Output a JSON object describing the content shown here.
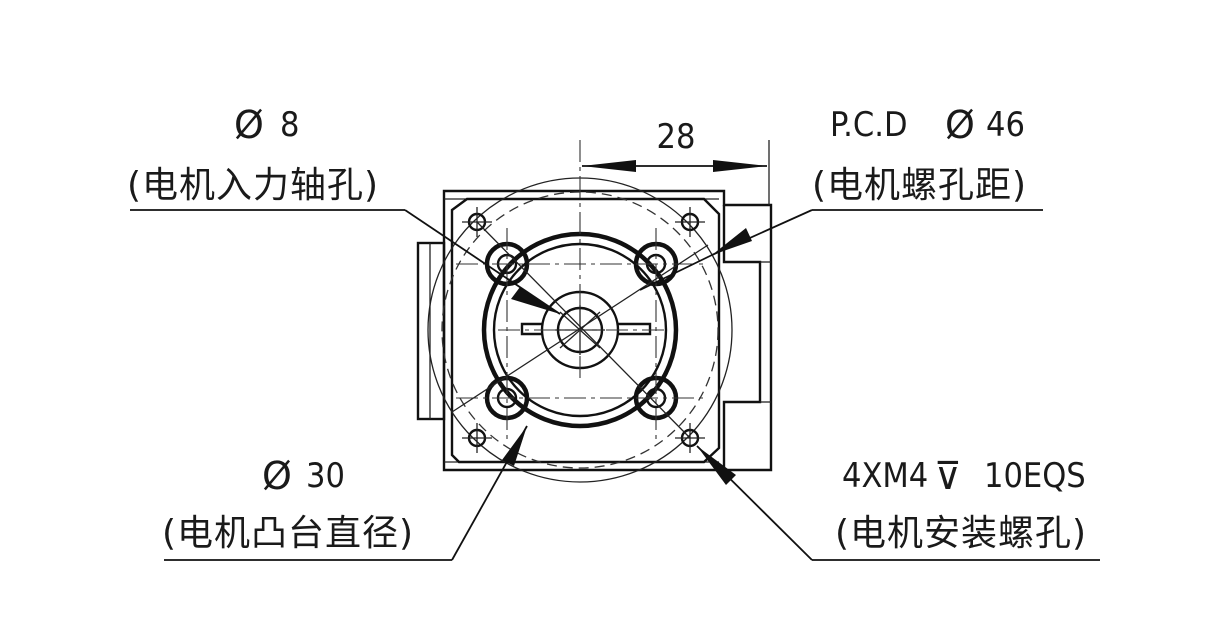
{
  "annotations": {
    "shaft_hole": {
      "dimension": "Ø8",
      "phi": "Ø",
      "value": "8",
      "label": "(电机入力轴孔)"
    },
    "pcd": {
      "prefix": "P.C.D",
      "phi": "Ø",
      "value": "46",
      "label": "(电机螺孔距)"
    },
    "spigot": {
      "phi": "Ø",
      "value": "30",
      "label": "(电机凸台直径)"
    },
    "mounting": {
      "dimension": "4XM4",
      "depth_symbol": "⊽",
      "value": "10EQS",
      "label": "(电机安装螺孔)"
    },
    "width_dimension": "28"
  },
  "colors": {
    "line": "#111111",
    "background": "#ffffff"
  }
}
